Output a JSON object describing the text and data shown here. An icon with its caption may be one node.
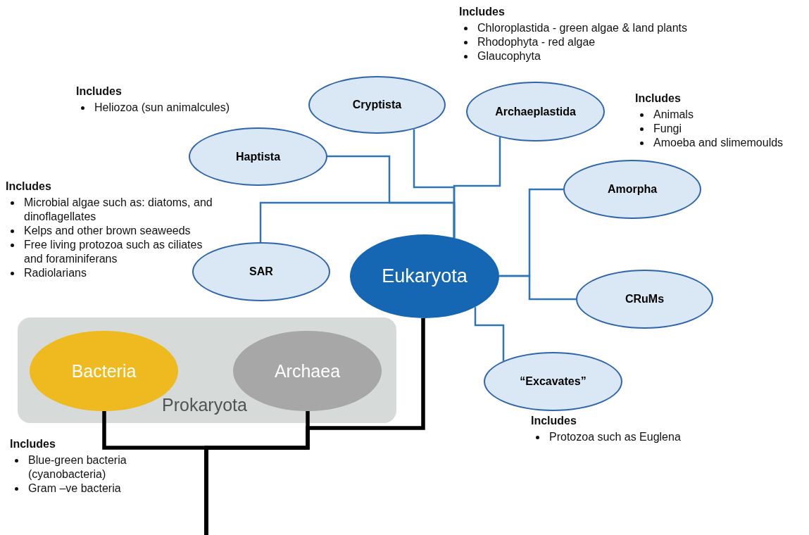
{
  "diagram": {
    "nodes": [
      {
        "text": [
          "Cryptista"
        ]
      },
      {
        "text": [
          "Archaeplastida"
        ],
        "beside": [
          "Includes",
          "Chloroplastida - green algae & land plants",
          "Rhodophyta - red algae",
          "Glaucophyta"
        ]
      },
      {
        "text": [
          "Haptista"
        ],
        "beside": [
          "Includes",
          "Heliozoa (sun animalcules)"
        ]
      },
      {
        "text": [
          "Amorpha"
        ],
        "beside": [
          "Includes",
          "Animals",
          "Fungi",
          "Amoeba and slimemoulds"
        ]
      },
      {
        "text": [
          "SAR"
        ],
        "beside": [
          "Includes",
          "Microbial algae such as: diatoms, and dinoflagellates",
          "Kelps and other brown seaweeds",
          "Free living protozoa such as ciliates and foraminiferans",
          "Radiolarians"
        ]
      },
      {
        "text": [
          "Eukaryota"
        ]
      },
      {
        "text": [
          "CRuMs"
        ]
      },
      {
        "text": [
          "Prokaryota"
        ]
      },
      {
        "text": [
          "Bacteria"
        ],
        "in": 7,
        "beside": [
          "Includes",
          "Blue-green bacteria (cyanobacteria)",
          "Gram –ve bacteria"
        ]
      },
      {
        "text": [
          "Archaea"
        ],
        "in": 7
      },
      {
        "text": [
          "“Excavates”"
        ],
        "beside": [
          "Includes",
          "Protozoa such as Euglena"
        ]
      }
    ],
    "edges": [
      {
        "from": 5,
        "to": 0,
        "arrow": "none"
      },
      {
        "from": 5,
        "to": 1,
        "arrow": "none"
      },
      {
        "from": 5,
        "to": 2,
        "arrow": "none"
      },
      {
        "from": 5,
        "to": 3,
        "arrow": "none"
      },
      {
        "from": 5,
        "to": 4,
        "arrow": "none"
      },
      {
        "from": 5,
        "to": 6,
        "arrow": "none"
      },
      {
        "from": 5,
        "to": 10,
        "arrow": "none"
      },
      {
        "from": null,
        "to": 8,
        "arrow": "none",
        "style": "thick",
        "color": "#000000"
      },
      {
        "from": null,
        "to": 9,
        "arrow": "none",
        "style": "thick",
        "color": "#000000"
      },
      {
        "from": null,
        "to": 5,
        "arrow": "none",
        "style": "thick",
        "color": "#000000"
      }
    ]
  }
}
